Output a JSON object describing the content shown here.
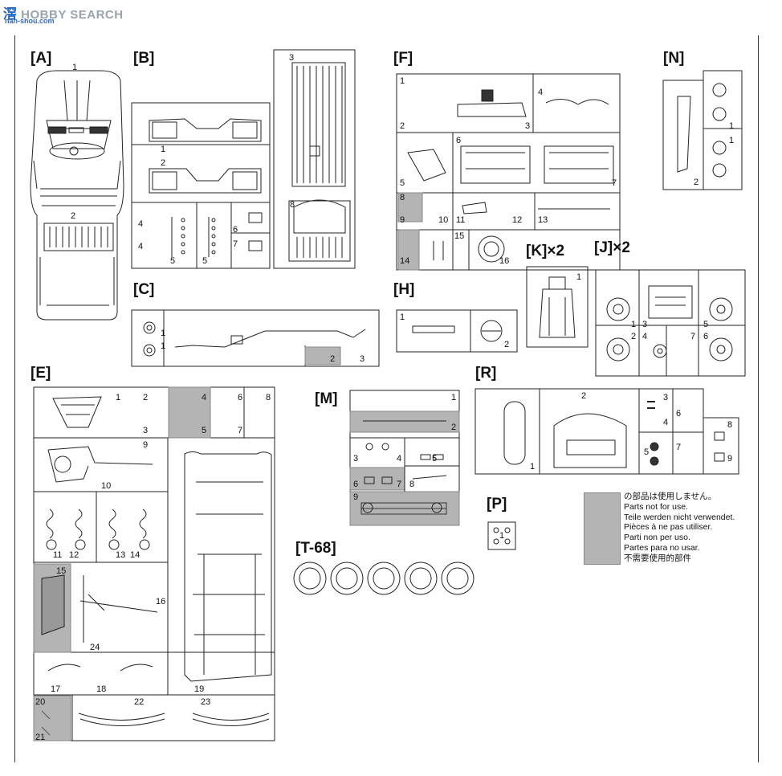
{
  "watermark": {
    "cn": "滘",
    "en": "HOBBY SEARCH",
    "url": "nan-shou.com"
  },
  "sections": {
    "A": "[A]",
    "B": "[B]",
    "C": "[C]",
    "E": "[E]",
    "F": "[F]",
    "H": "[H]",
    "K": "[K]×2",
    "J": "[J]×2",
    "M": "[M]",
    "N": "[N]",
    "P": "[P]",
    "R": "[R]",
    "T": "[T-68]"
  },
  "parts": {
    "a1": "1",
    "a2": "2",
    "b1": "1",
    "b2": "2",
    "b3": "3",
    "b4a": "4",
    "b4b": "4",
    "b5a": "5",
    "b5b": "5",
    "b6": "6",
    "b7": "7",
    "b8": "8",
    "c1a": "1",
    "c1b": "1",
    "c2": "2",
    "c3": "3",
    "e1": "1",
    "e2": "2",
    "e3": "3",
    "e4": "4",
    "e5": "5",
    "e6": "6",
    "e7": "7",
    "e8": "8",
    "e9": "9",
    "e10": "10",
    "e11": "11",
    "e12": "12",
    "e13": "13",
    "e14": "14",
    "e15": "15",
    "e16": "16",
    "e17": "17",
    "e18": "18",
    "e19": "19",
    "e20": "20",
    "e21": "21",
    "e22": "22",
    "e23": "23",
    "e24": "24",
    "f1": "1",
    "f2": "2",
    "f3": "3",
    "f4": "4",
    "f5": "5",
    "f6": "6",
    "f7": "7",
    "f8": "8",
    "f9": "9",
    "f10": "10",
    "f11": "11",
    "f12": "12",
    "f13": "13",
    "f14": "14",
    "f15": "15",
    "f16": "16",
    "h1": "1",
    "h2": "2",
    "k1": "1",
    "j1": "1",
    "j2": "2",
    "j3": "3",
    "j4": "4",
    "j5": "5",
    "j6": "6",
    "j7": "7",
    "m1": "1",
    "m2": "2",
    "m3": "3",
    "m4": "4",
    "m5": "5",
    "m6": "6",
    "m7": "7",
    "m8": "8",
    "m9": "9",
    "n1a": "1",
    "n1b": "1",
    "n2": "2",
    "p1": "1",
    "r1": "1",
    "r2": "2",
    "r3": "3",
    "r4": "4",
    "r5": "5",
    "r6": "6",
    "r7": "7",
    "r8": "8",
    "r9": "9"
  },
  "legend": {
    "lines": [
      "の部品は使用しません。",
      "Parts not for use.",
      "Teile werden nicht verwendet.",
      "Pièces à ne pas utiliser.",
      "Parti non per uso.",
      "Partes para no usar.",
      "不需要使用的部件"
    ],
    "shade_color": "#b4b4b4"
  },
  "colors": {
    "line": "#222222",
    "shade": "#b4b4b4",
    "watermark": "#4a6a94"
  }
}
